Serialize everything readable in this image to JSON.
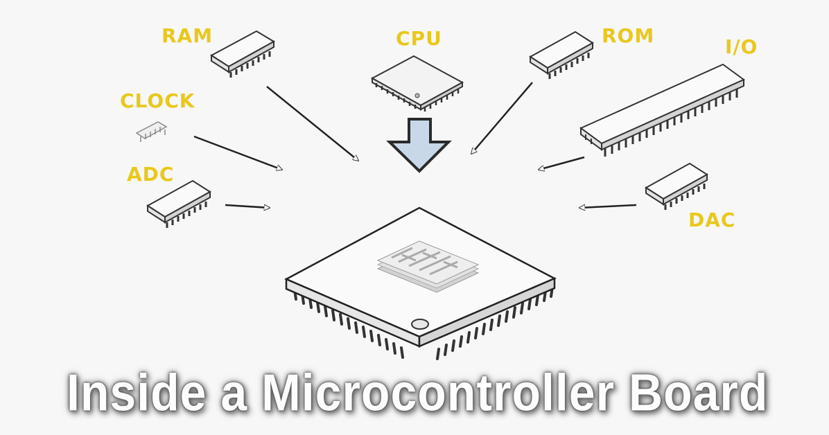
{
  "labels": {
    "ram": "RAM",
    "cpu": "CPU",
    "rom": "ROM",
    "io": "I/O",
    "clock": "CLOCK",
    "adc": "ADC",
    "dac": "DAC"
  },
  "title": "Inside a Microcontroller Board",
  "colors": {
    "label": "#e9c81d",
    "arrow_fill": "#c8d8e8",
    "background": "#f7f7f7"
  }
}
